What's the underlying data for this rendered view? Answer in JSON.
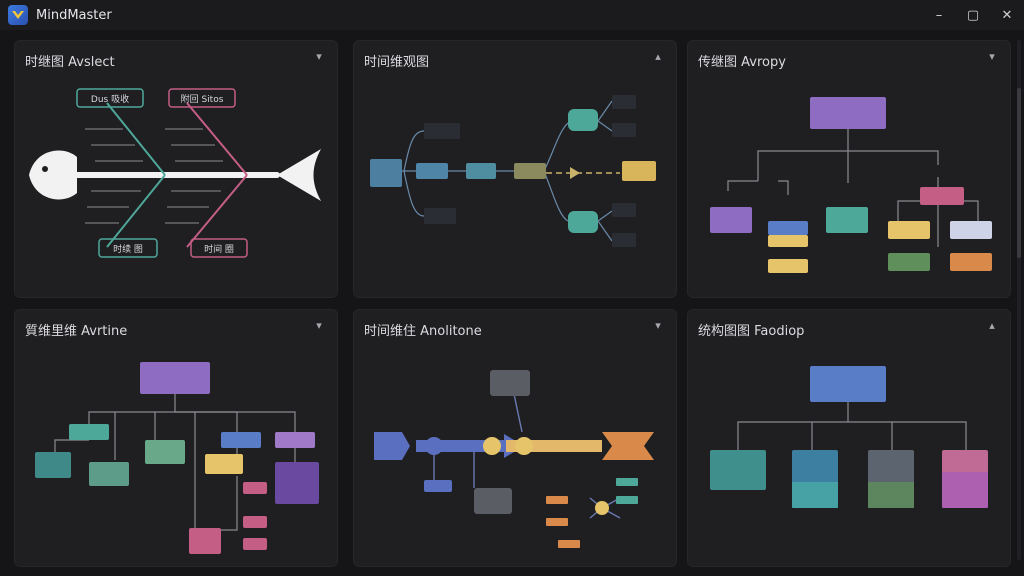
{
  "app": {
    "title": "MindMaster",
    "controls": {
      "minimize": "–",
      "maximize": "▢",
      "close": "✕"
    }
  },
  "cards": [
    {
      "title": "时继图 Avslect",
      "chevron": "chevron-down",
      "labels": {
        "top_left": "Dus 吸收",
        "top_right": "附回 Sitos",
        "bottom_left": "时续 图",
        "bottom_right": "时间 圈"
      }
    },
    {
      "title": "时间维观图",
      "chevron": "chevron-up"
    },
    {
      "title": "传继图 Avropy",
      "chevron": "chevron-down"
    },
    {
      "title": "質维里维 Avrtine",
      "chevron": "chevron-down"
    },
    {
      "title": "时间维住 Anolitone",
      "chevron": "chevron-down"
    },
    {
      "title": "统构图图 Faodiop",
      "chevron": "chevron-up"
    }
  ],
  "colors": {
    "background": "#151517",
    "card": "#1f1f22",
    "teal": "#4ea89a",
    "pink": "#c45e84",
    "blue": "#5a7dc8",
    "purple": "#8e6cc2",
    "yellow": "#e6c56a",
    "orange": "#d98a4a",
    "green": "#5f8f5a",
    "fish": "#f2f2f2"
  }
}
